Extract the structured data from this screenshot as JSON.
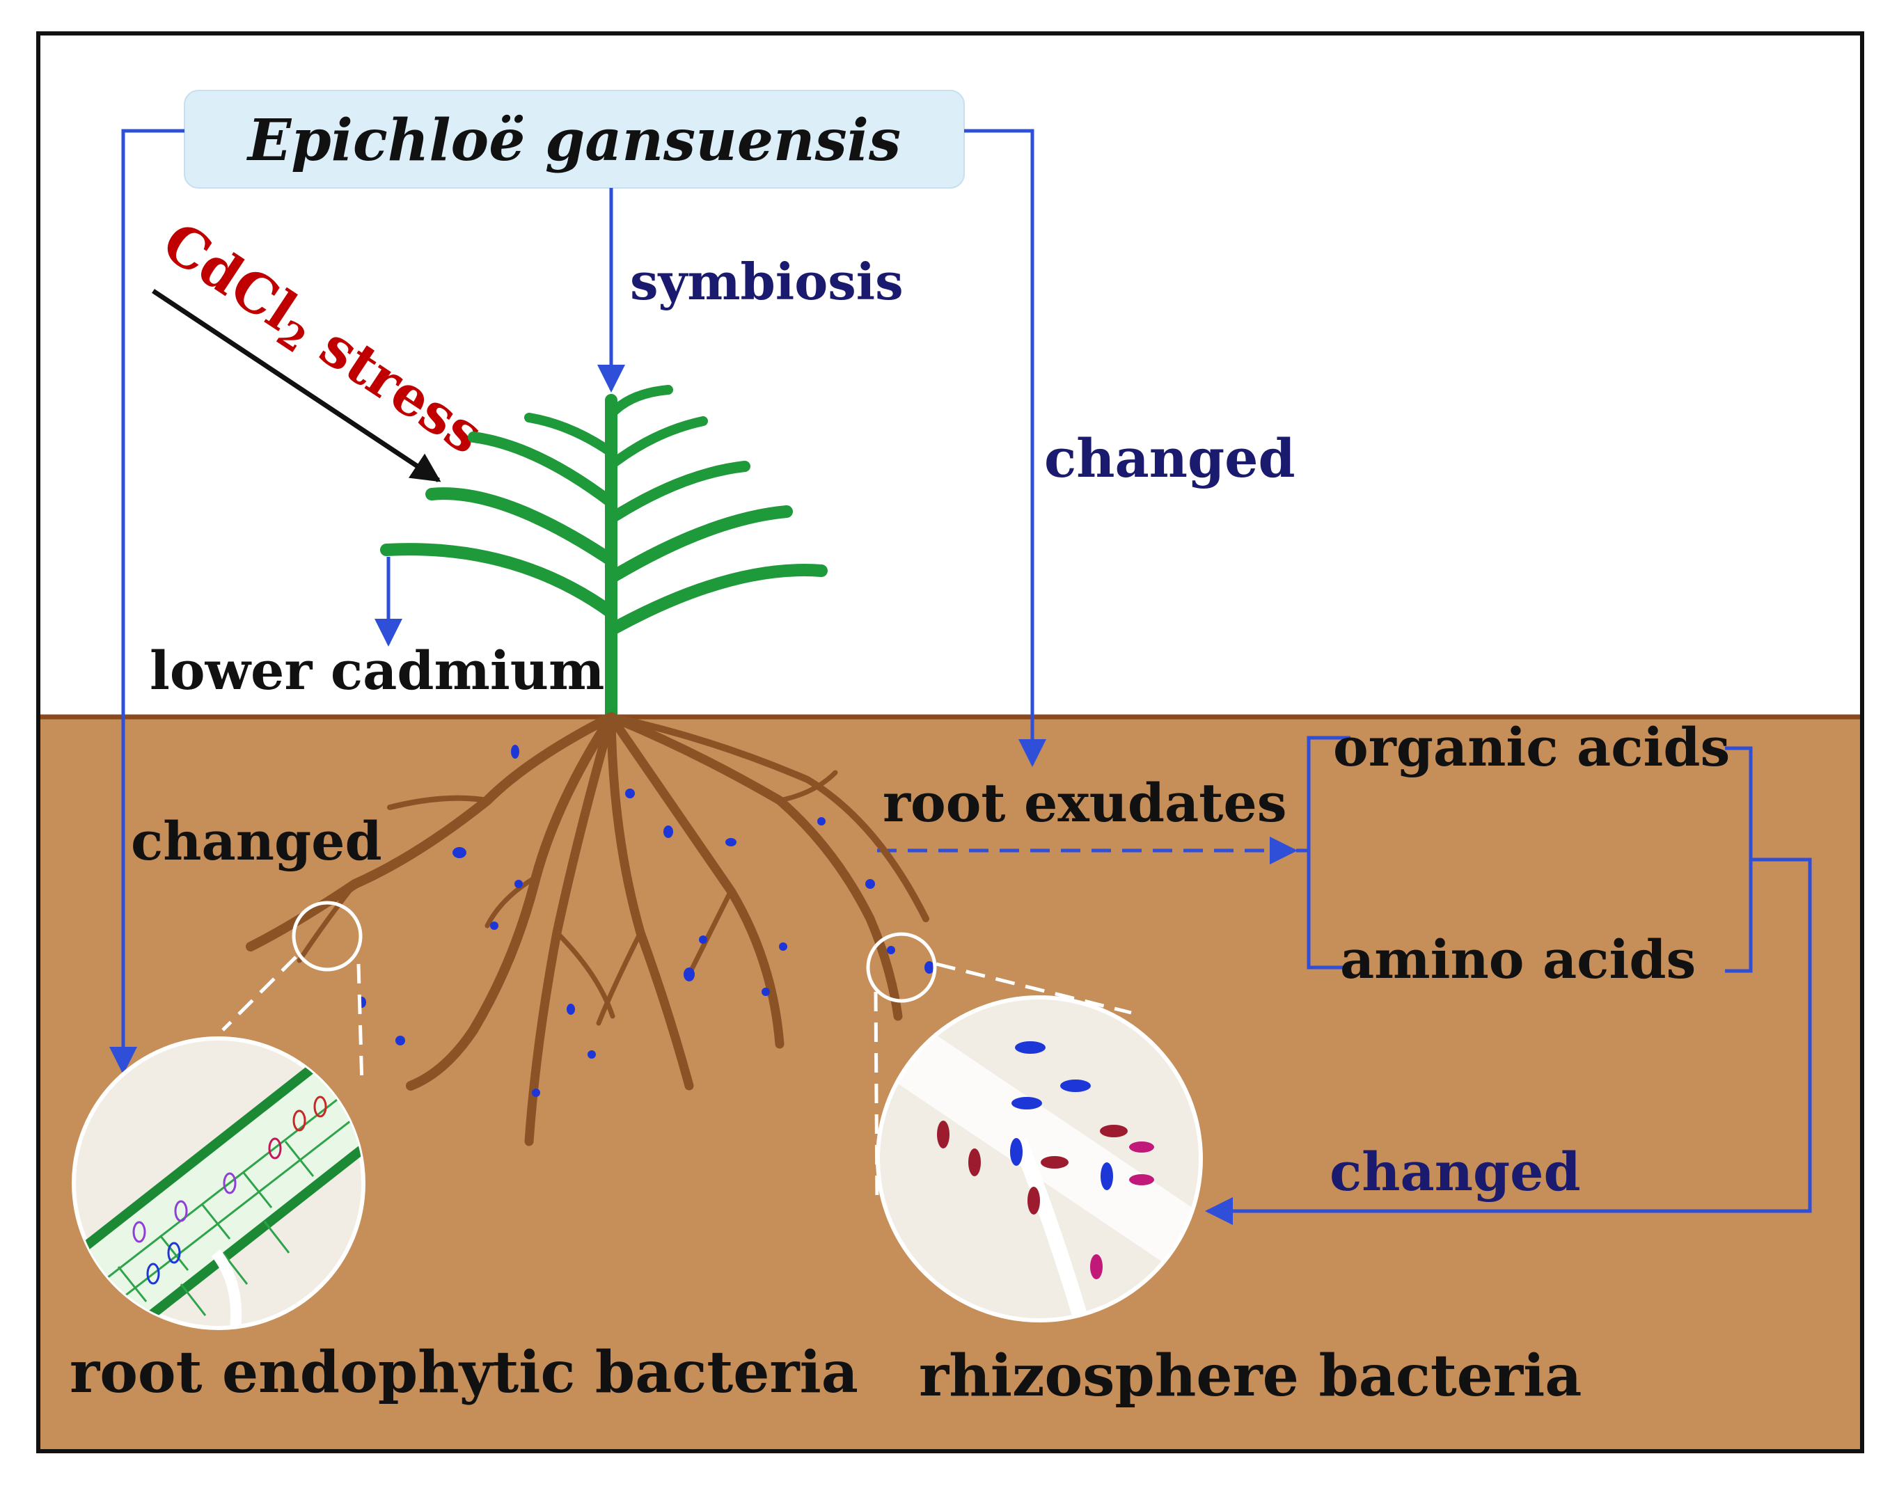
{
  "source_box": {
    "label": "Epichloë gansuensis"
  },
  "stress": {
    "prefix": "CdCl",
    "subscript": "2",
    "suffix": " stress"
  },
  "labels": {
    "symbiosis": "symbiosis",
    "changed_top_right": "changed",
    "lower_cadmium": "lower cadmium",
    "changed_left": "changed",
    "root_exudates": "root exudates",
    "organic_acids": "organic acids",
    "amino_acids": "amino acids",
    "changed_bottom_right": "changed",
    "root_endophytic_bacteria": "root endophytic bacteria",
    "rhizosphere_bacteria": "rhizosphere bacteria"
  },
  "colors": {
    "arrow_blue": "#2f4fd8",
    "label_navy": "#1a1a6e",
    "stress_red": "#c00000",
    "soil": "#c68e59",
    "soil_line": "#8b4a1d",
    "root": "#8b5226",
    "plant_green": "#1f9a3a",
    "box_fill": "#dceef8"
  }
}
